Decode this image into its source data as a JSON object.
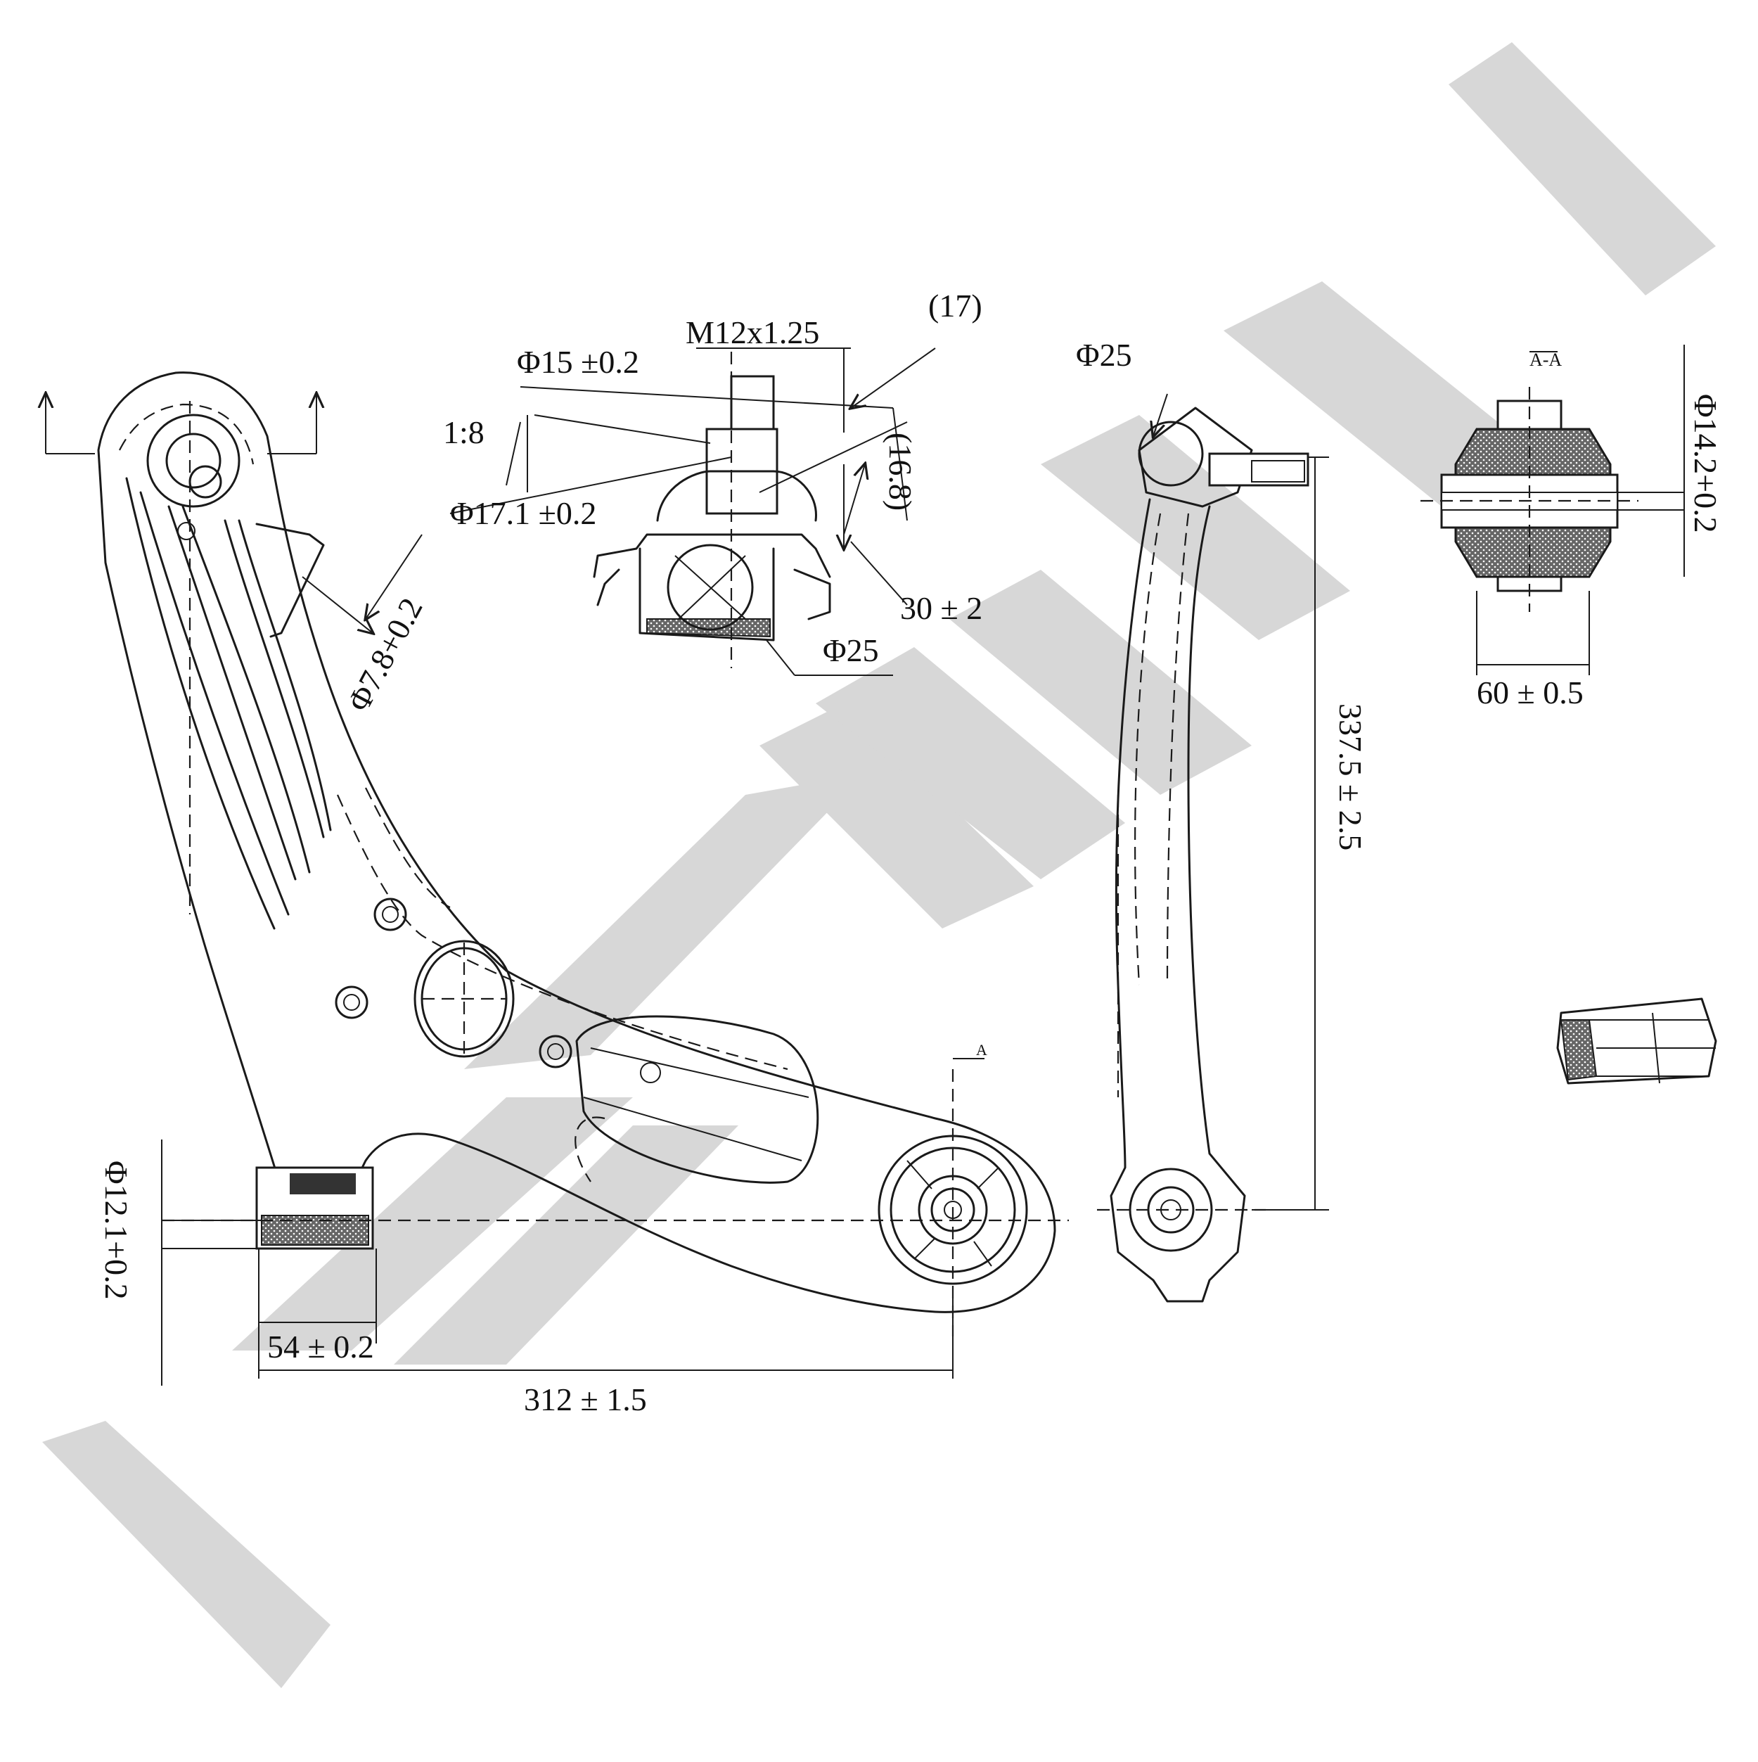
{
  "colors": {
    "watermark": "#d7d7d7",
    "ink": "#1a1a1a",
    "background": "#ffffff"
  },
  "watermark": {
    "text": "ZENNEK"
  },
  "dimensions": {
    "m12": "M12x1.25",
    "d17": "(17)",
    "phi15": "Φ15 ±0.2",
    "ratio": "1:8",
    "phi17": "Φ17.1 ±0.2",
    "d168": "(16.8)",
    "d30": "30 ± 2",
    "phi25_joint": "Φ25",
    "phi78": "Φ7.8+0.2",
    "phi25_side": "Φ25",
    "d3375": "337.5 ± 2.5",
    "section": "A-A",
    "phi142": "Φ14.2+0.2",
    "d60": "60 ± 0.5",
    "phi121": "Φ12.1+0.2",
    "d54": "54 ± 0.2",
    "d312": "312 ± 1.5",
    "sectionA": "A"
  }
}
